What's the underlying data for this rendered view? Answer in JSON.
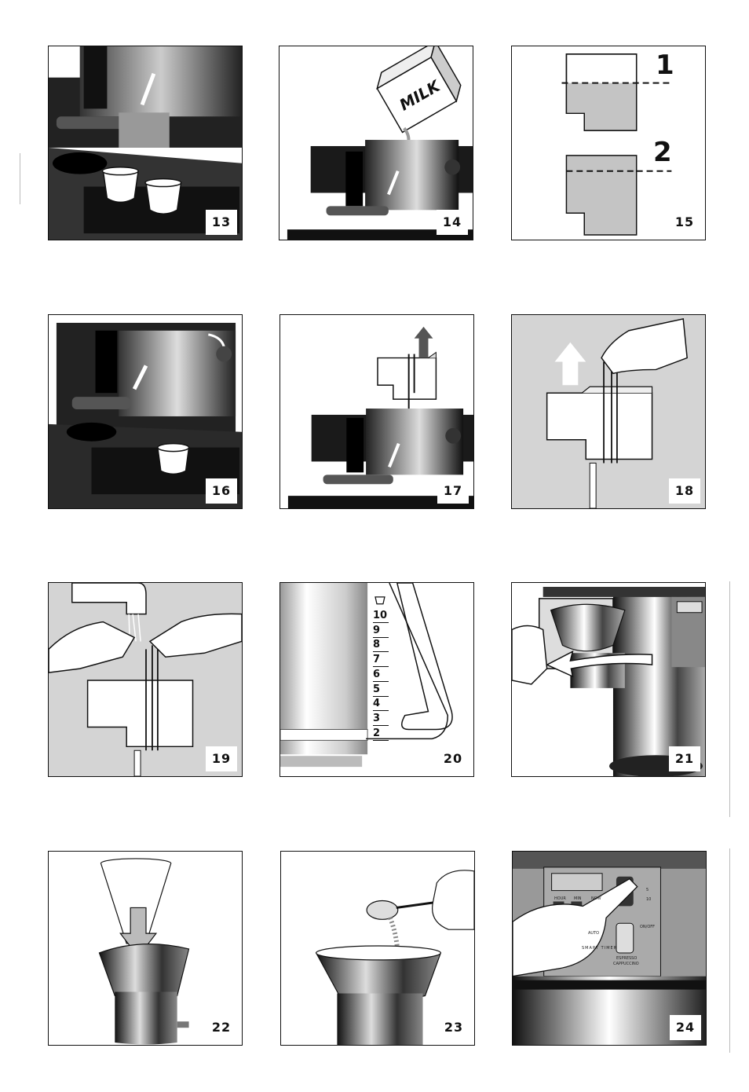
{
  "figures": [
    {
      "number": "13"
    },
    {
      "number": "14"
    },
    {
      "number": "15"
    },
    {
      "number": "16"
    },
    {
      "number": "17"
    },
    {
      "number": "18"
    },
    {
      "number": "19"
    },
    {
      "number": "20"
    },
    {
      "number": "21"
    },
    {
      "number": "22"
    },
    {
      "number": "23"
    },
    {
      "number": "24"
    }
  ],
  "fig14": {
    "carton_text": "MILK"
  },
  "fig15": {
    "level_1": "1",
    "level_2": "2"
  },
  "fig20": {
    "cup_marks": [
      "10",
      "9",
      "8",
      "7",
      "6",
      "5",
      "4",
      "3",
      "2"
    ]
  },
  "fig24": {
    "panel_labels": {
      "hour": "HOUR",
      "min": "MIN",
      "now": "NOW",
      "auto": "AUTO",
      "brand": "SMART TIMER",
      "onoff": "ON/OFF",
      "espresso": "ESPRESSO",
      "cappuccino": "CAPPUCCINO",
      "sel_5": "5",
      "sel_10": "10"
    }
  },
  "colors": {
    "panel_border": "#111111",
    "grey_bg": "#d4d4d4",
    "page_bg": "#ffffff"
  }
}
